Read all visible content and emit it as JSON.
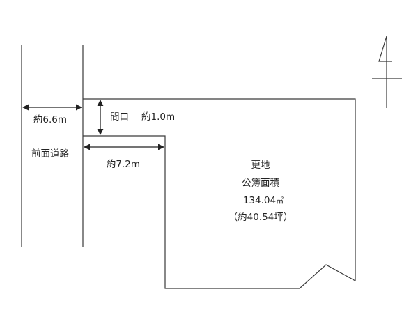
{
  "road": {
    "label": "前面道路",
    "width_label": "約6.6",
    "width_unit": "m"
  },
  "frontage": {
    "label": "間口",
    "value_label": "約1.0",
    "unit": "m"
  },
  "access_path": {
    "length_label": "約7.2",
    "unit": "m"
  },
  "lot": {
    "status": "更地",
    "area_title": "公簿面積",
    "area_value": "134.04",
    "area_unit": "㎡",
    "area_tsubo": "（約40.54坪）"
  },
  "north_arrow": {
    "symbol": "north-arrow-icon"
  },
  "colors": {
    "line": "#3a3a3a",
    "text": "#222222"
  }
}
